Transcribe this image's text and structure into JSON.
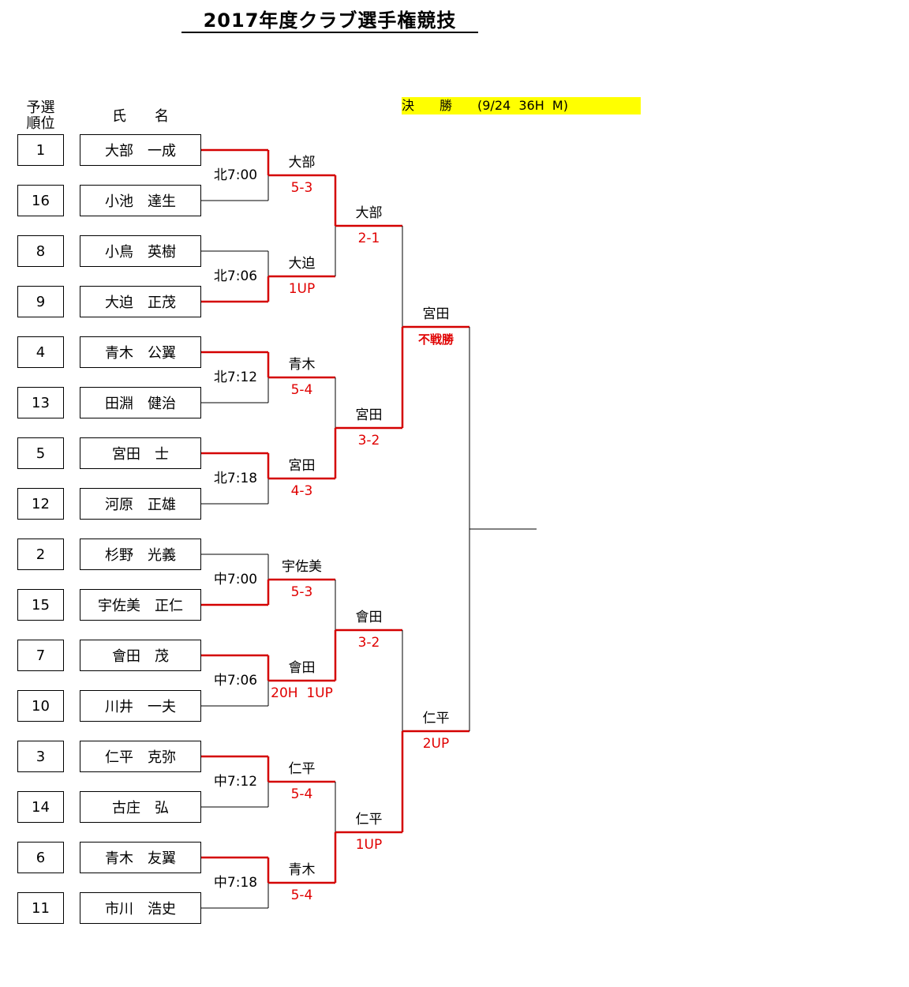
{
  "title": "2017年度クラブ選手権競技",
  "headers": {
    "rank": "予選\n順位",
    "name": "氏　　名"
  },
  "final_banner": "決　　勝　　(9/24  36H  M)",
  "players": [
    {
      "seed": "1",
      "name": "大部　一成"
    },
    {
      "seed": "16",
      "name": "小池　達生"
    },
    {
      "seed": "8",
      "name": "小鳥　英樹"
    },
    {
      "seed": "9",
      "name": "大迫　正茂"
    },
    {
      "seed": "4",
      "name": "青木　公翼"
    },
    {
      "seed": "13",
      "name": "田淵　健治"
    },
    {
      "seed": "5",
      "name": "宮田　士"
    },
    {
      "seed": "12",
      "name": "河原　正雄"
    },
    {
      "seed": "2",
      "name": "杉野　光義"
    },
    {
      "seed": "15",
      "name": "宇佐美　正仁"
    },
    {
      "seed": "7",
      "name": "會田　茂"
    },
    {
      "seed": "10",
      "name": "川井　一夫"
    },
    {
      "seed": "3",
      "name": "仁平　克弥"
    },
    {
      "seed": "14",
      "name": "古庄　弘"
    },
    {
      "seed": "6",
      "name": "青木　友翼"
    },
    {
      "seed": "11",
      "name": "市川　浩史"
    }
  ],
  "round1": [
    {
      "time": "北7:00",
      "winner": "大部",
      "score": "5-3"
    },
    {
      "time": "北7:06",
      "winner": "大迫",
      "score": "1UP"
    },
    {
      "time": "北7:12",
      "winner": "青木",
      "score": "5-4"
    },
    {
      "time": "北7:18",
      "winner": "宮田",
      "score": "4-3"
    },
    {
      "time": "中7:00",
      "winner": "宇佐美",
      "score": "5-3"
    },
    {
      "time": "中7:06",
      "winner": "會田",
      "score": "20H  1UP"
    },
    {
      "time": "中7:12",
      "winner": "仁平",
      "score": "5-4"
    },
    {
      "time": "中7:18",
      "winner": "青木",
      "score": "5-4"
    }
  ],
  "round2": [
    {
      "winner": "大部",
      "score": "2-1"
    },
    {
      "winner": "宮田",
      "score": "3-2"
    },
    {
      "winner": "會田",
      "score": "3-2"
    },
    {
      "winner": "仁平",
      "score": "1UP"
    }
  ],
  "semifinal": [
    {
      "winner": "宮田",
      "score": "不戦勝"
    },
    {
      "winner": "仁平",
      "score": "2UP"
    }
  ],
  "colors": {
    "win_line": "#d40000",
    "lose_line": "#000000",
    "score": "#e00000",
    "banner": "#ffff00"
  }
}
